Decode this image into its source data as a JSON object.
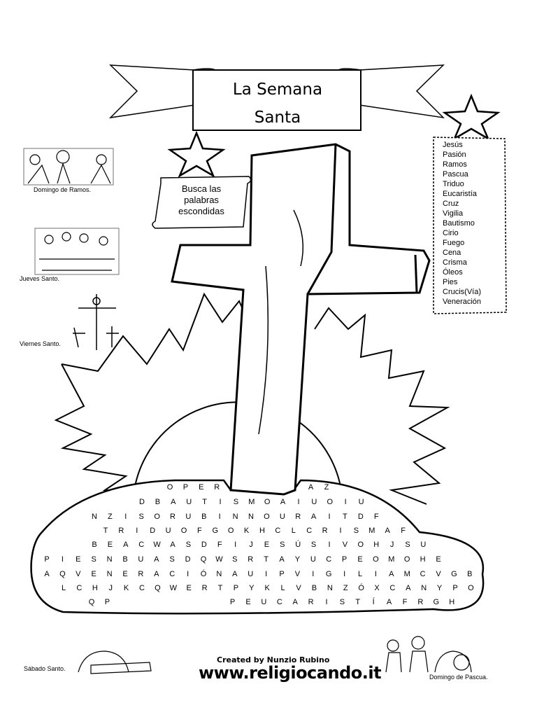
{
  "title": {
    "line1": "La Semana",
    "line2": "Santa"
  },
  "instruction": {
    "line1": "Busca las",
    "line2": "palabras",
    "line3": "escondidas"
  },
  "word_list": [
    "Jesús",
    "Pasión",
    "Ramos",
    "Pascua",
    "Triduo",
    "Eucaristía",
    "Cruz",
    "Vigilia",
    "Bautismo",
    "Cirio",
    "Fuego",
    "Cena",
    "Crisma",
    "Óleos",
    "Pies",
    "Crucis(Vía)",
    "Veneración"
  ],
  "captions": {
    "domingo_ramos": "Domingo de Ramos.",
    "jueves": "Jueves Santo.",
    "viernes": "Viernes Santo.",
    "sabado": "Sábado Santo.",
    "domingo_pascua": "Domingo de Pascua."
  },
  "puzzle_rows": [
    "O P E R _ _ _ _ _ A Z",
    "D B A U T I S M O A I U O I U",
    "N Z I S O R U B I N N O U R A I T D F",
    "T R I D U O F G O K H C L C R I S M A F",
    "B E A C W A S D F I J E S Ú S I V O H J S U",
    "P I E S N B U A S D Q W S R T A Y U C P E O M O H E",
    "A Q V E N E R A C I Ó N A U I P V I G I L I A M C V G B",
    "L C H J K C Q W E R T P Y K L V B N Z Ó X C A N Y P O",
    "Q P _ _ _ _ _ _ _ P E U C A R I S T Í A F R G H"
  ],
  "credit": "Created by Nunzio Rubino",
  "website": "www.religiocando.it"
}
